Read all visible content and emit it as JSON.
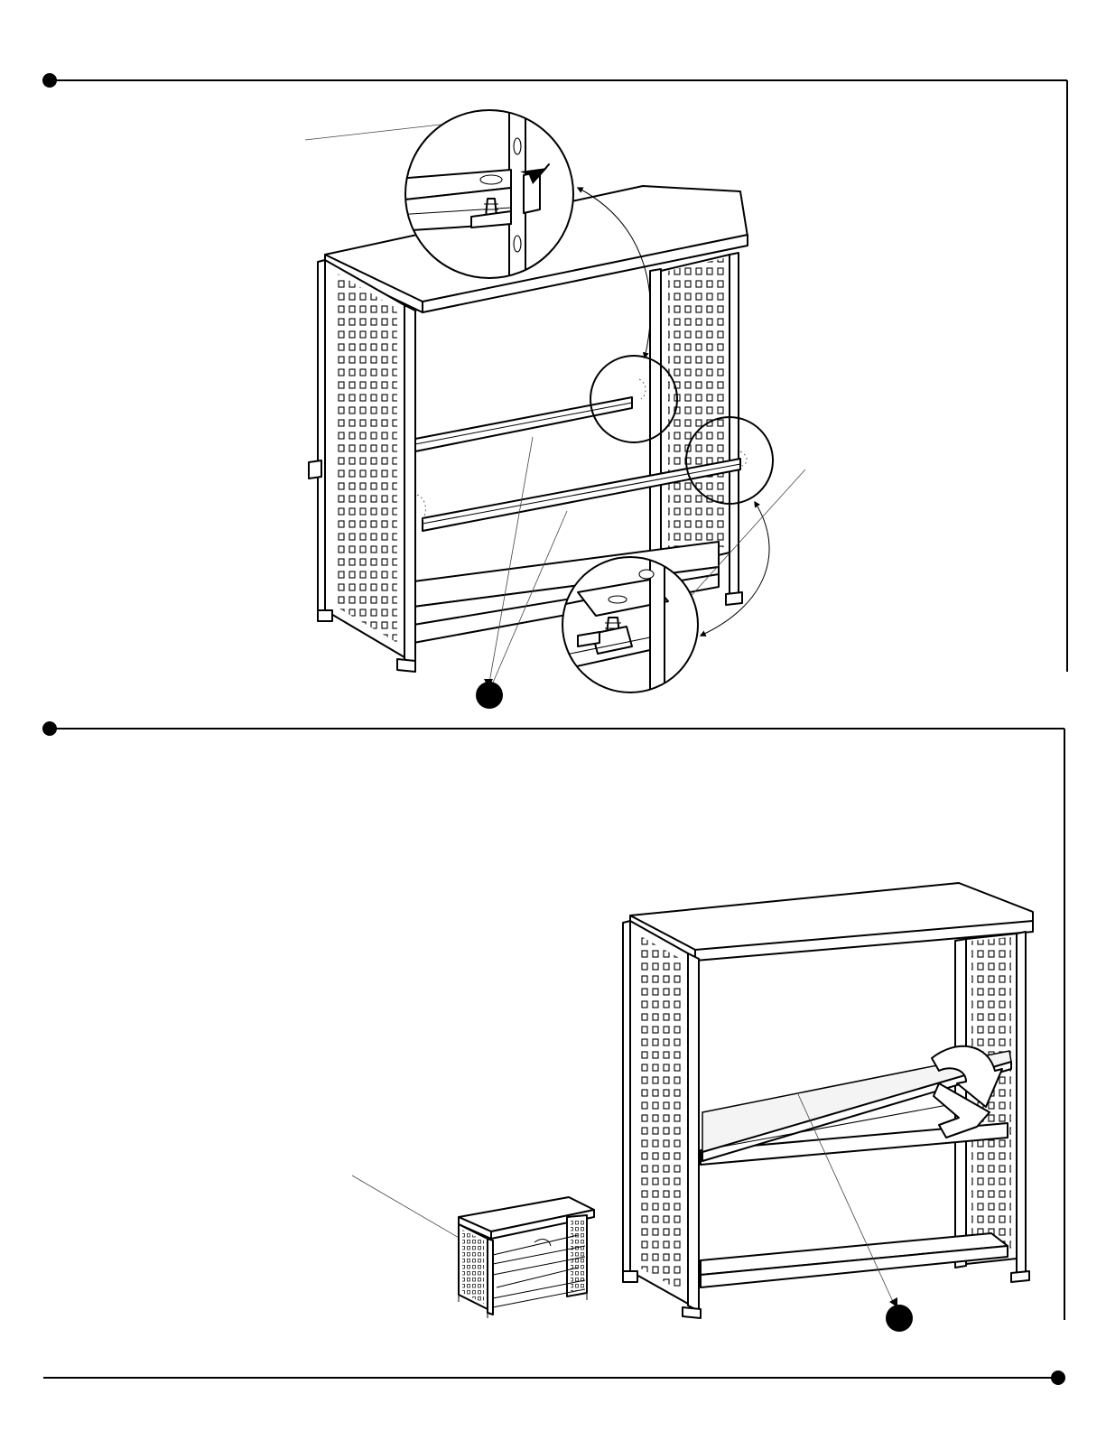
{
  "page": {
    "background": "#ffffff",
    "line_color": "#000000"
  },
  "steps": [
    {
      "id": "step-a",
      "illustration": "bookcase-shelf-support-rails",
      "callouts": [
        "detail-circle-rail-clip-upper",
        "detail-circle-rail-clip-lower"
      ],
      "part_marker_icon": "filled-circle-icon"
    },
    {
      "id": "step-b",
      "illustration": "bookcase-insert-shelf-tilted",
      "callouts": [
        "overview-thumbnail-bookcase"
      ],
      "part_marker_icon": "filled-circle-icon"
    }
  ]
}
